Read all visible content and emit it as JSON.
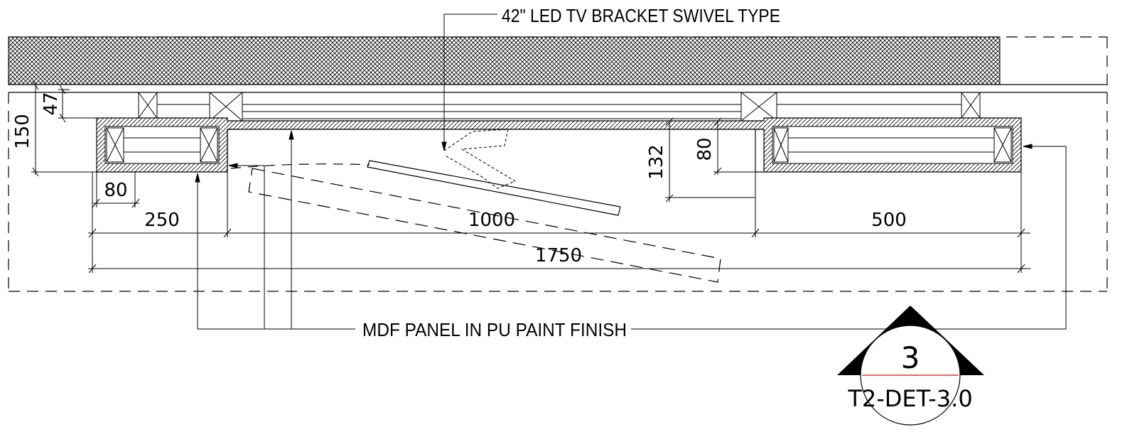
{
  "callouts": {
    "bracket": "42\" LED TV BRACKET SWIVEL TYPE",
    "panel": "MDF  PANEL IN PU PAINT FINISH"
  },
  "dimensions": {
    "d47": "47",
    "d150": "150",
    "d80_left": "80",
    "d250": "250",
    "d1000": "1000",
    "d500": "500",
    "d1750": "1750",
    "d132": "132",
    "d80_right": "80"
  },
  "section_tag": {
    "number": "3",
    "reference": "T2-DET-3.0"
  }
}
